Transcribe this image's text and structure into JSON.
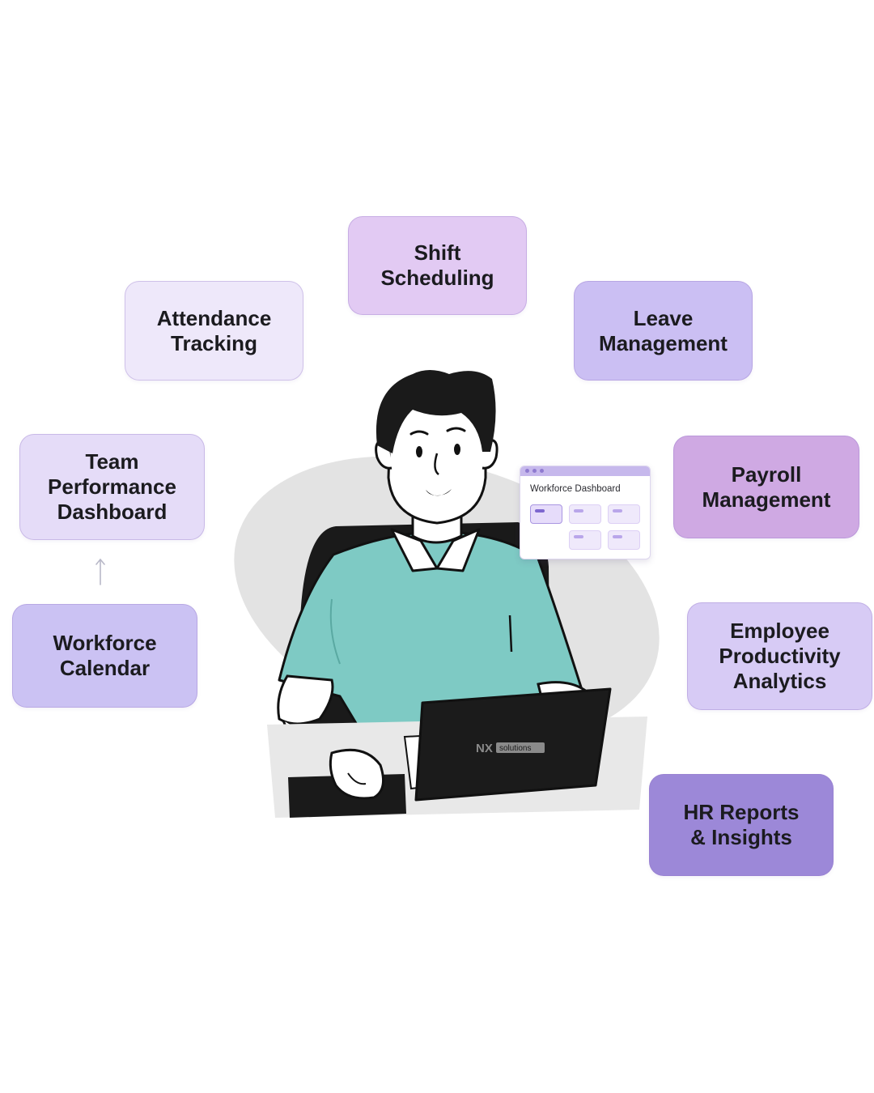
{
  "diagram": {
    "center_illustration": "person-at-laptop",
    "cards": {
      "shift": "Shift\nScheduling",
      "attendance": "Attendance\nTracking",
      "leave": "Leave\nManagement",
      "team": "Team\nPerformance\nDashboard",
      "payroll": "Payroll\nManagement",
      "calendar": "Workforce\nCalendar",
      "employee": "Employee\nProductivity\nAnalytics",
      "hr": "HR Reports\n& Insights"
    },
    "dashboard_window": {
      "title": "Workforce Dashboard"
    },
    "laptop_logo": {
      "brand": "NX",
      "tag": "solutions"
    }
  },
  "colors": {
    "primary_purple": "#9c88d8",
    "shirt_teal": "#7ecac4",
    "outline": "#111111"
  }
}
